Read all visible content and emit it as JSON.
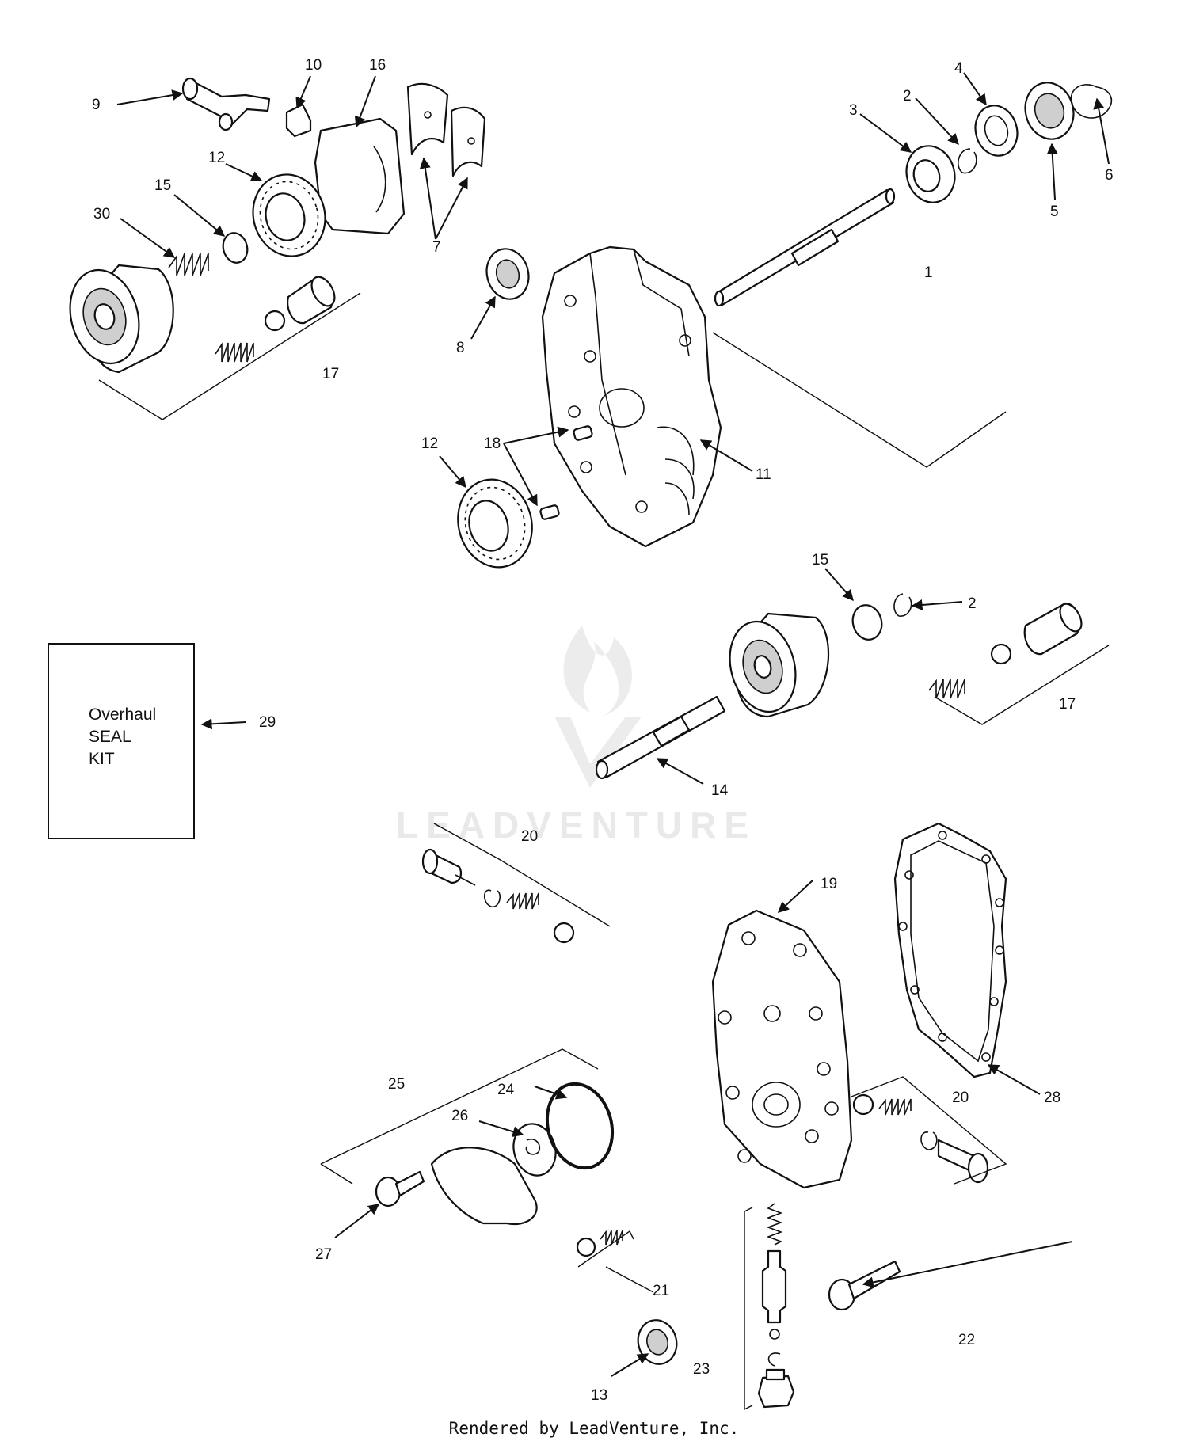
{
  "kit": {
    "lines": [
      "Overhaul",
      "SEAL",
      "KIT"
    ]
  },
  "watermark": {
    "text": "LEADVENTURE"
  },
  "footer": {
    "text": "Rendered by LeadVenture, Inc."
  },
  "callouts": {
    "c1": "1",
    "c2a": "2",
    "c2b": "2",
    "c3": "3",
    "c4": "4",
    "c5": "5",
    "c6": "6",
    "c7": "7",
    "c8": "8",
    "c9": "9",
    "c10": "10",
    "c11": "11",
    "c12a": "12",
    "c12b": "12",
    "c13": "13",
    "c14": "14",
    "c15a": "15",
    "c15b": "15",
    "c16": "16",
    "c17a": "17",
    "c17b": "17",
    "c18": "18",
    "c19": "19",
    "c20a": "20",
    "c20b": "20",
    "c21": "21",
    "c22": "22",
    "c23": "23",
    "c24": "24",
    "c25": "25",
    "c26": "26",
    "c27": "27",
    "c28": "28",
    "c29": "29",
    "c30": "30"
  }
}
